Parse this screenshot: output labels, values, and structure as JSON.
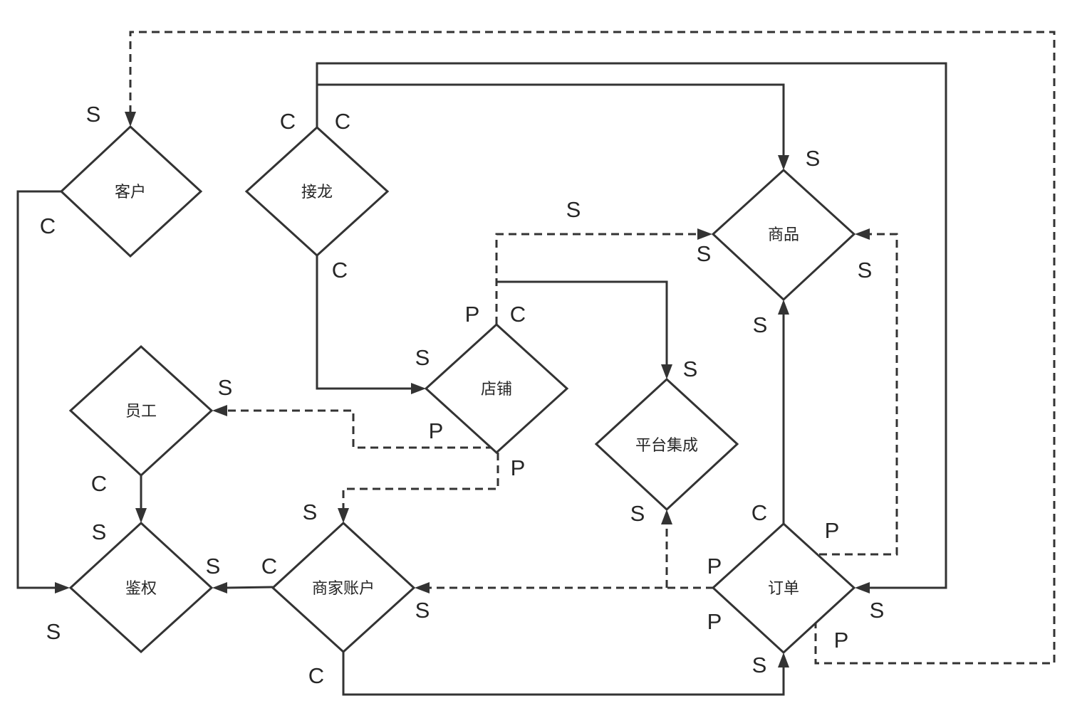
{
  "nodes": {
    "customer": "客户",
    "solitaire": "接龙",
    "product": "商品",
    "store": "店铺",
    "staff": "员工",
    "platform_integration": "平台集成",
    "auth": "鉴权",
    "merchant_account": "商家账户",
    "order": "订单"
  },
  "edge_labels": {
    "customer_in_s": "S",
    "customer_out_c": "C",
    "auth_in_s_top": "S",
    "auth_in_s_bottom": "S",
    "auth_in_s_right": "S",
    "solitaire_out_c_left": "C",
    "solitaire_out_c_right": "C",
    "solitaire_out_c_bottom": "C",
    "store_in_s_left": "S",
    "store_out_p_top": "P",
    "store_out_c_top": "C",
    "store_out_p_left": "P",
    "store_out_p_bottom": "P",
    "product_in_s_dashed_top": "S",
    "product_in_s_left": "S",
    "product_in_s_top": "S",
    "product_in_s_right": "S",
    "product_in_s_bottom": "S",
    "platform_in_s_top": "S",
    "platform_in_s_bottom": "S",
    "staff_in_s": "S",
    "staff_out_c": "C",
    "merchant_in_s_top": "S",
    "merchant_out_c_left": "C",
    "merchant_in_s_right": "S",
    "merchant_out_c_bottom": "C",
    "order_out_c_top": "C",
    "order_out_p_topright": "P",
    "order_out_p_left_upper": "P",
    "order_out_p_left_lower": "P",
    "order_in_s_right": "S",
    "order_out_p_bottomright": "P",
    "order_in_s_bottom": "S"
  }
}
